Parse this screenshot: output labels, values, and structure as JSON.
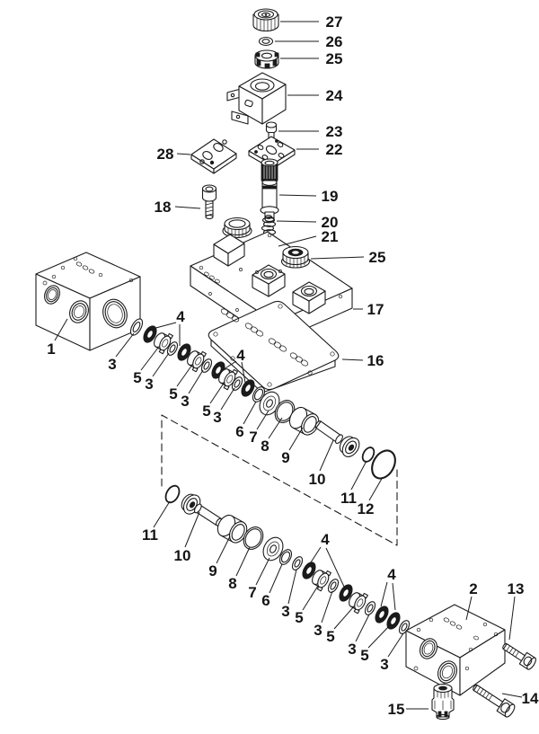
{
  "figure": {
    "type": "exploded-parts-diagram",
    "colors": {
      "background": "#ffffff",
      "line": "#1b1b1b"
    }
  },
  "labels": [
    "27",
    "26",
    "25",
    "24",
    "23",
    "22",
    "28",
    "18",
    "19",
    "20",
    "21",
    "25",
    "17",
    "16",
    "1",
    "3",
    "5",
    "3",
    "5",
    "3",
    "5",
    "3",
    "4",
    "4",
    "6",
    "7",
    "8",
    "9",
    "10",
    "11",
    "12",
    "11",
    "10",
    "9",
    "8",
    "7",
    "6",
    "3",
    "5",
    "3",
    "5",
    "3",
    "5",
    "3",
    "4",
    "4",
    "2",
    "13",
    "14",
    "15"
  ]
}
